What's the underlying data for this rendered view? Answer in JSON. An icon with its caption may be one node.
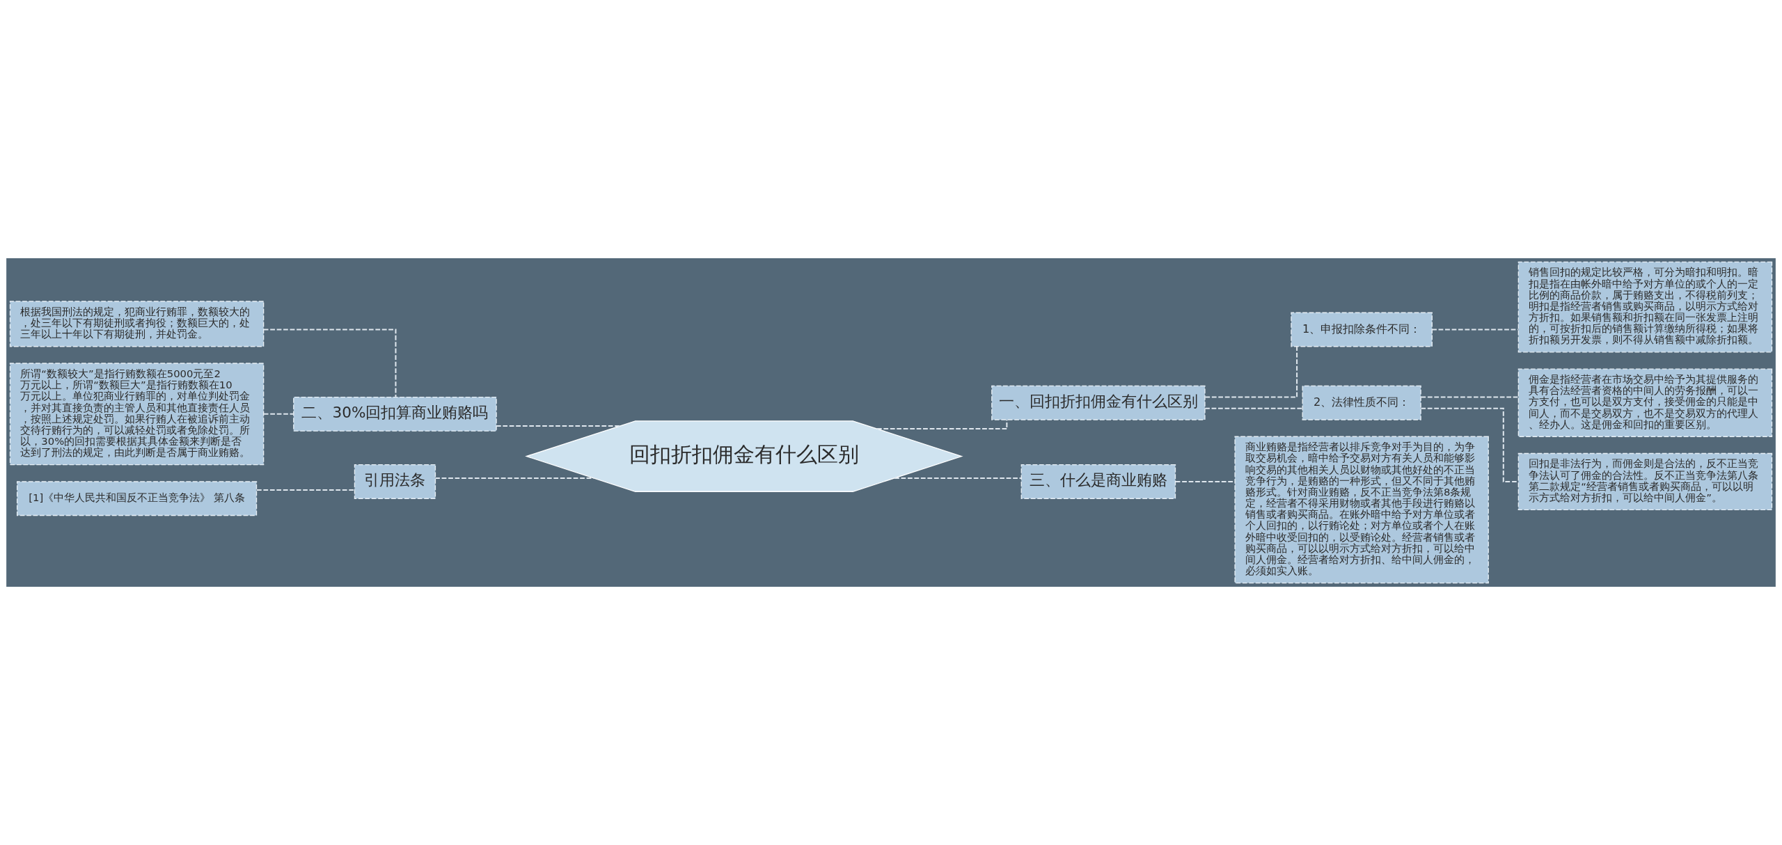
{
  "diagram": {
    "nodes": [
      {
        "text": [
          "回扣折扣佣金有什么区别"
        ]
      },
      {
        "text": [
          "一、回扣折扣佣金有什么区别"
        ]
      },
      {
        "text": [
          "1、申报扣除条件不同："
        ]
      },
      {
        "text": [
          "销售回扣的规定比较严格，可分为暗扣和明扣。暗扣是指在由帐外暗中给予对方单位的或个人的一定比例的商品价款，属于贿赂支出，不得税前列支；明扣是指经营者销售或购买商品，以明示方式给对方折扣。如果销售额和折扣额在同一张发票上注明的，可按折扣后的销售额计算缴纳所得税；如果将折扣额另开发票，则不得从销售额中减除折扣额。"
        ]
      },
      {
        "text": [
          "2、法律性质不同："
        ]
      },
      {
        "text": [
          "佣金是指经营者在市场交易中给予为其提供服务的具有合法经营者资格的中间人的劳务报酬，可以一方支付，也可以是双方支付，接受佣金的只能是中间人，而不是交易双方，也不是交易双方的代理人、经办人。这是佣金和回扣的重要区别。"
        ]
      },
      {
        "text": [
          "回扣是非法行为，而佣金则是合法的，反不正当竞争法认可了佣金的合法性。反不正当竞争法第八条第二款规定“经营者销售或者购买商品，可以以明示方式给对方折扣，可以给中间人佣金”。"
        ]
      },
      {
        "text": [
          "三、什么是商业贿赂"
        ]
      },
      {
        "text": [
          "商业贿赂是指经营者以排斥竞争对手为目的，为争取交易机会，暗中给予交易对方有关人员和能够影响交易的其他相关人员以财物或其他好处的不正当竞争行为，是贿赂的一种形式，但又不同于其他贿赂形式。针对商业贿赂，反不正当竞争法第8条规定，经营者不得采用财物或者其他手段进行贿赂以销售或者购买商品。在账外暗中给予对方单位或者个人回扣的，以行贿论处；对方单位或者个人在账外暗中收受回扣的，以受贿论处。经营者销售或者购买商品，可以以明示方式给对方折扣，可以给中间人佣金。经营者给对方折扣、给中间人佣金的，必须如实入账。"
        ]
      },
      {
        "text": [
          "二、30%回扣算商业贿赂吗"
        ]
      },
      {
        "text": [
          "根据我国刑法的规定，犯商业行贿罪，数额较大的，处三年以下有期徒刑或者拘役；数额巨大的，处三年以上十年以下有期徒刑，并处罚金。"
        ]
      },
      {
        "text": [
          "所谓“数额较大”是指行贿数额在5000元至2万元以上，所谓“数额巨大”是指行贿数额在10万元以上。单位犯商业行贿罪的，对单位判处罚金，并对其直接负责的主管人员和其他直接责任人员，按照上述规定处罚。如果行贿人在被追诉前主动交待行贿行为的，可以减轻处罚或者免除处罚。所以，30%的回扣需要根据其具体金额来判断是否达到了刑法的规定，由此判断是否属于商业贿赂。"
        ]
      },
      {
        "text": [
          "引用法条"
        ]
      },
      {
        "text": [
          "[1]《中华人民共和国反不正当竞争法》 第八条"
        ]
      }
    ],
    "edges": [
      {
        "from": 0,
        "to": 1,
        "arrow": "none",
        "style": "dashed"
      },
      {
        "from": 1,
        "to": 2,
        "arrow": "none",
        "style": "dashed"
      },
      {
        "from": 2,
        "to": 3,
        "arrow": "none",
        "style": "dashed"
      },
      {
        "from": 1,
        "to": 4,
        "arrow": "none",
        "style": "dashed"
      },
      {
        "from": 4,
        "to": 5,
        "arrow": "none",
        "style": "dashed"
      },
      {
        "from": 4,
        "to": 6,
        "arrow": "none",
        "style": "dashed"
      },
      {
        "from": 0,
        "to": 7,
        "arrow": "none",
        "style": "dashed"
      },
      {
        "from": 7,
        "to": 8,
        "arrow": "none",
        "style": "dashed"
      },
      {
        "from": 0,
        "to": 9,
        "arrow": "none",
        "style": "dashed"
      },
      {
        "from": 9,
        "to": 10,
        "arrow": "none",
        "style": "dashed"
      },
      {
        "from": 9,
        "to": 11,
        "arrow": "none",
        "style": "dashed"
      },
      {
        "from": 0,
        "to": 12,
        "arrow": "none",
        "style": "dashed"
      },
      {
        "from": 12,
        "to": 13,
        "arrow": "none",
        "style": "dashed"
      }
    ]
  }
}
